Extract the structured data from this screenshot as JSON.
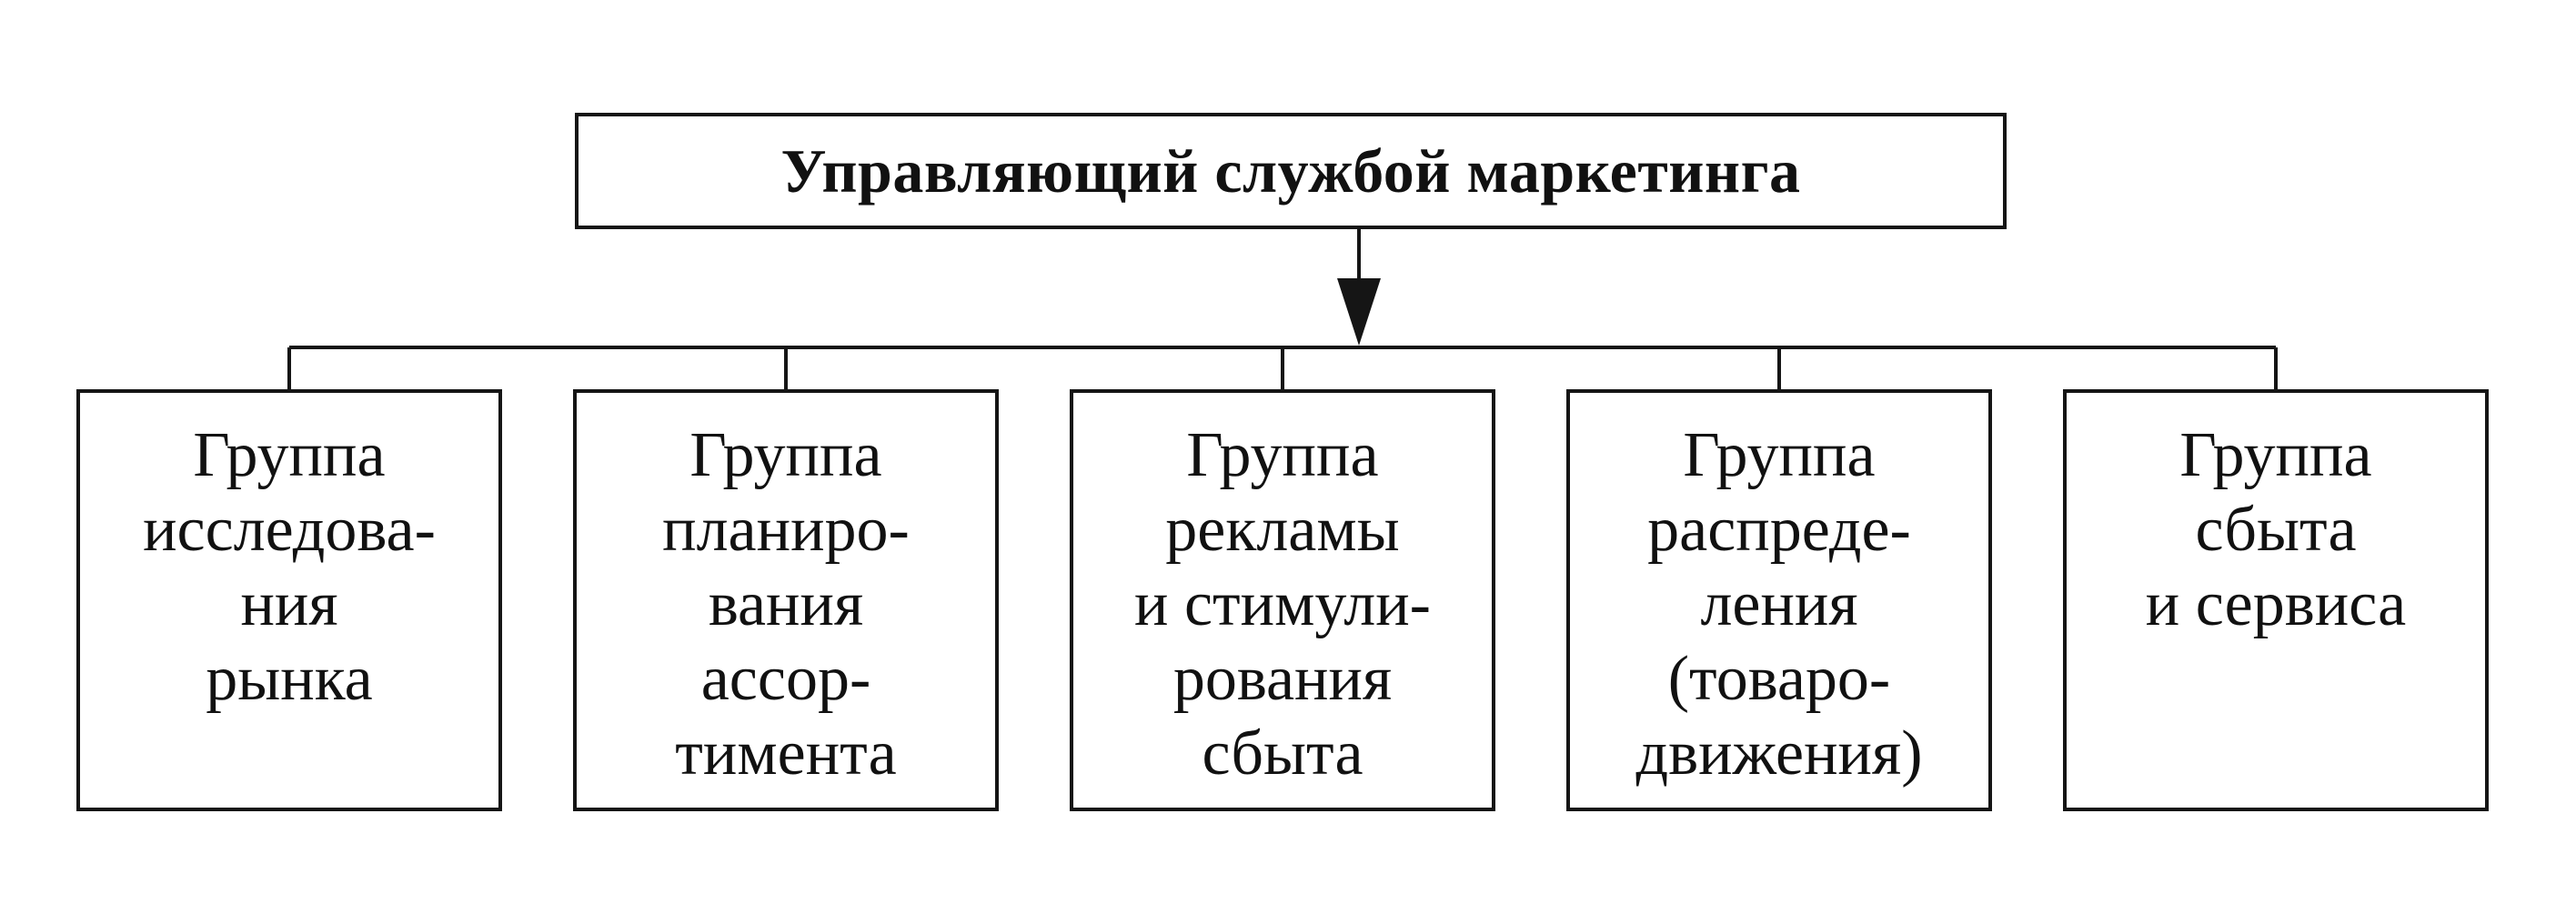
{
  "diagram": {
    "root": {
      "label": "Управляющий службой маркетинга"
    },
    "groups": [
      {
        "lines": [
          "Группа",
          "исследова-",
          "ния",
          "рынка"
        ]
      },
      {
        "lines": [
          "Группа",
          "планиро-",
          "вания",
          "ассор-",
          "тимента"
        ]
      },
      {
        "lines": [
          "Группа",
          "рекламы",
          "и стимули-",
          "рования",
          "сбыта"
        ]
      },
      {
        "lines": [
          "Группа",
          "распреде-",
          "ления",
          "(товаро-",
          "движения)"
        ]
      },
      {
        "lines": [
          "Группа",
          "сбыта",
          "и сервиса"
        ]
      }
    ]
  }
}
